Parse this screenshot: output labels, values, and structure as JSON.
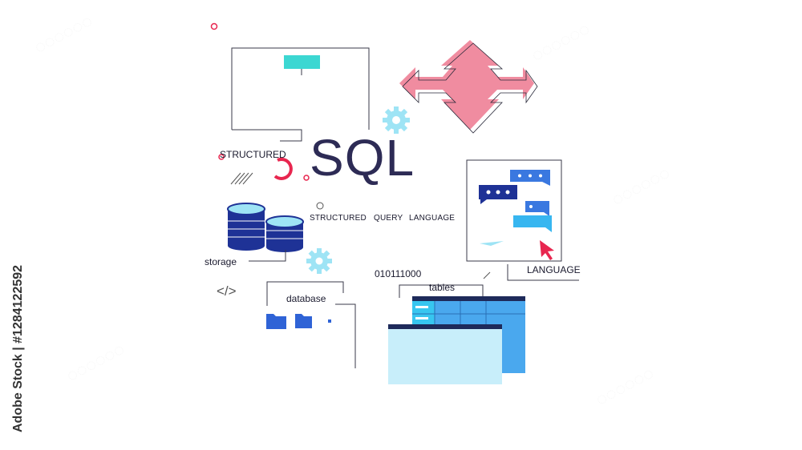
{
  "title": "SQL",
  "labels": {
    "structured_top": "STRUCTURED",
    "structured": "STRUCTURED",
    "query": "QUERY",
    "language_small": "LANGUAGE",
    "storage": "storage",
    "database": "database",
    "binary": "010111000",
    "tables": "tables",
    "language": "LANGUAGE",
    "code": "</>"
  },
  "watermark": "Adobe Stock | #1284122592",
  "colors": {
    "pink": "#f08ca0",
    "teal": "#3cd7d2",
    "navy": "#1e3296",
    "blue": "#4aa8ee",
    "lightblue": "#c8eefa",
    "red": "#e8264f",
    "gear": "#9ee4f5",
    "text": "#2d2b55"
  },
  "icons": [
    "database-cylinder-icon",
    "gear-icon",
    "folder-icon",
    "chat-bubble-icon",
    "cursor-icon",
    "code-icon",
    "arrows-cross-icon"
  ]
}
